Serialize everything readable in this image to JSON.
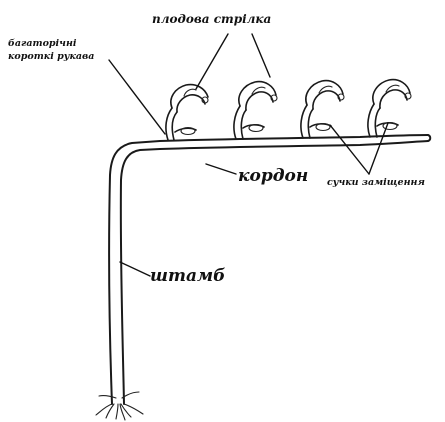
{
  "labels": {
    "fruit_arrow": "плодова стрілка",
    "perennial_arms_line1": "багаторічні",
    "perennial_arms_line2": "короткі рукава",
    "cordon": "кордон",
    "replacement_spurs": "сучки заміщення",
    "trunk": "штамб"
  },
  "colors": {
    "ink": "#1a1a1a",
    "background": "#ffffff"
  }
}
